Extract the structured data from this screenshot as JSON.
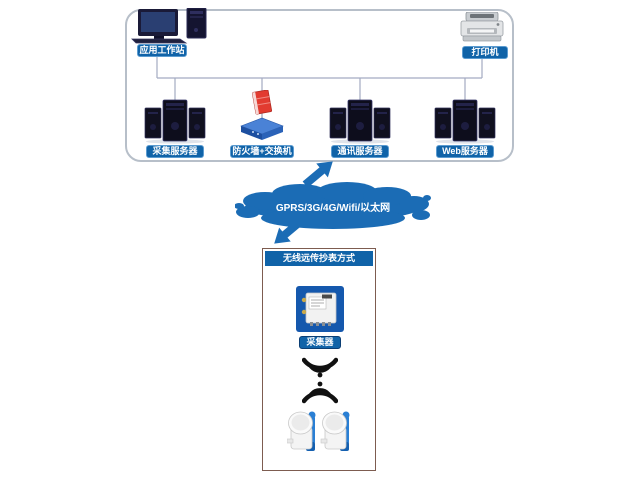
{
  "diagram_title": "wireless-remote-meter-reading-architecture",
  "top_box": {
    "workstation_label": "应用工作站",
    "printer_label": "打印机",
    "collection_server_label": "采集服务器",
    "firewall_switch_label": "防火墙+交换机",
    "comm_server_label": "通讯服务器",
    "web_server_label": "Web服务器"
  },
  "cloud": {
    "label": "GPRS/3G/4G/Wifi/以太网"
  },
  "bottom_box": {
    "title": "无线远传抄表方式",
    "collector_label": "采集器"
  },
  "icons": {
    "workstation": "desktop-computer-icon",
    "printer": "printer-icon",
    "server_cluster": "server-tower-cluster-icon",
    "firewall_switch": "firewall-and-switch-icon",
    "network_cloud": "network-cloud-shape",
    "up_arrow": "arrow-up-right",
    "down_arrow": "arrow-down-left",
    "collector": "data-collector-device-icon",
    "wireless": "wireless-signal-icon",
    "meters": "water-meter-pair-icon"
  },
  "colors": {
    "label_bg": "#1063a8",
    "cloud_blue": "#1b6cb5",
    "top_box_border": "#b7bfc9",
    "bottom_box_border": "#7d5c50",
    "connector_line": "#a3abc2",
    "firewall_red": "#e23b30",
    "switch_blue": "#2a62b8",
    "wireless_icon": "#111111"
  }
}
